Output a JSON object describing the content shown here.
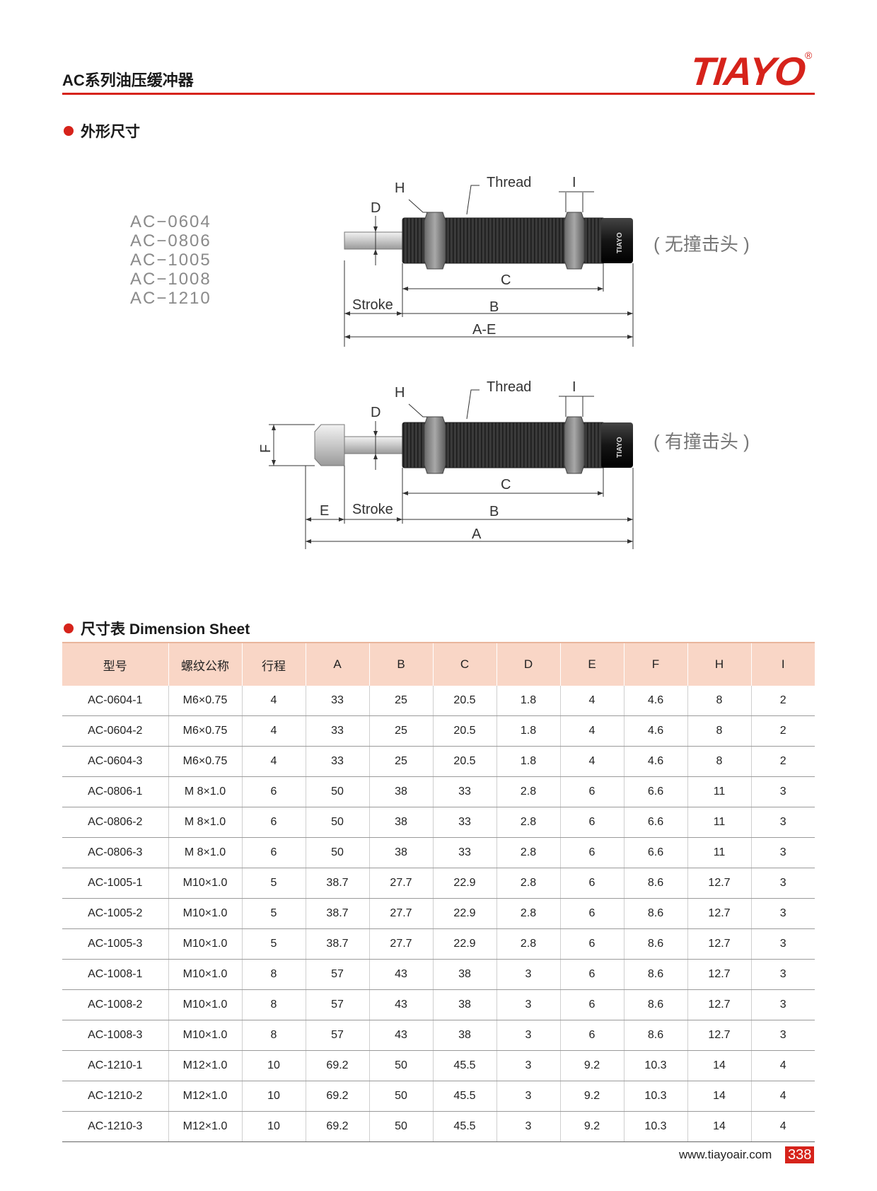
{
  "header": {
    "title": "AC系列油压缓冲器",
    "logo_text": "TIAYO",
    "logo_mark": "®",
    "accent_color": "#d6231b"
  },
  "section_dimensions": {
    "title": "外形尺寸"
  },
  "models": [
    "AC−0604",
    "AC−0806",
    "AC−1005",
    "AC−1008",
    "AC−1210"
  ],
  "diagram_top": {
    "caption": "( 无撞击头 )",
    "labels": {
      "h": "H",
      "thread": "Thread",
      "i": "I",
      "d": "D",
      "c": "C",
      "stroke": "Stroke",
      "b": "B",
      "ae": "A-E",
      "brand": "TIAYO"
    }
  },
  "diagram_bottom": {
    "caption": "( 有撞击头 )",
    "labels": {
      "h": "H",
      "thread": "Thread",
      "i": "I",
      "d": "D",
      "f": "F",
      "c": "C",
      "e": "E",
      "stroke": "Stroke",
      "b": "B",
      "a": "A",
      "brand": "TIAYO"
    }
  },
  "section_sheet": {
    "title": "尺寸表 Dimension Sheet"
  },
  "table": {
    "headers": [
      "型号",
      "螺纹公称",
      "行程",
      "A",
      "B",
      "C",
      "D",
      "E",
      "F",
      "H",
      "I"
    ],
    "header_color": "#f9d6c6",
    "rows": [
      [
        "AC-0604-1",
        "M6×0.75",
        "4",
        "33",
        "25",
        "20.5",
        "1.8",
        "4",
        "4.6",
        "8",
        "2"
      ],
      [
        "AC-0604-2",
        "M6×0.75",
        "4",
        "33",
        "25",
        "20.5",
        "1.8",
        "4",
        "4.6",
        "8",
        "2"
      ],
      [
        "AC-0604-3",
        "M6×0.75",
        "4",
        "33",
        "25",
        "20.5",
        "1.8",
        "4",
        "4.6",
        "8",
        "2"
      ],
      [
        "AC-0806-1",
        "M 8×1.0",
        "6",
        "50",
        "38",
        "33",
        "2.8",
        "6",
        "6.6",
        "11",
        "3"
      ],
      [
        "AC-0806-2",
        "M 8×1.0",
        "6",
        "50",
        "38",
        "33",
        "2.8",
        "6",
        "6.6",
        "11",
        "3"
      ],
      [
        "AC-0806-3",
        "M 8×1.0",
        "6",
        "50",
        "38",
        "33",
        "2.8",
        "6",
        "6.6",
        "11",
        "3"
      ],
      [
        "AC-1005-1",
        "M10×1.0",
        "5",
        "38.7",
        "27.7",
        "22.9",
        "2.8",
        "6",
        "8.6",
        "12.7",
        "3"
      ],
      [
        "AC-1005-2",
        "M10×1.0",
        "5",
        "38.7",
        "27.7",
        "22.9",
        "2.8",
        "6",
        "8.6",
        "12.7",
        "3"
      ],
      [
        "AC-1005-3",
        "M10×1.0",
        "5",
        "38.7",
        "27.7",
        "22.9",
        "2.8",
        "6",
        "8.6",
        "12.7",
        "3"
      ],
      [
        "AC-1008-1",
        "M10×1.0",
        "8",
        "57",
        "43",
        "38",
        "3",
        "6",
        "8.6",
        "12.7",
        "3"
      ],
      [
        "AC-1008-2",
        "M10×1.0",
        "8",
        "57",
        "43",
        "38",
        "3",
        "6",
        "8.6",
        "12.7",
        "3"
      ],
      [
        "AC-1008-3",
        "M10×1.0",
        "8",
        "57",
        "43",
        "38",
        "3",
        "6",
        "8.6",
        "12.7",
        "3"
      ],
      [
        "AC-1210-1",
        "M12×1.0",
        "10",
        "69.2",
        "50",
        "45.5",
        "3",
        "9.2",
        "10.3",
        "14",
        "4"
      ],
      [
        "AC-1210-2",
        "M12×1.0",
        "10",
        "69.2",
        "50",
        "45.5",
        "3",
        "9.2",
        "10.3",
        "14",
        "4"
      ],
      [
        "AC-1210-3",
        "M12×1.0",
        "10",
        "69.2",
        "50",
        "45.5",
        "3",
        "9.2",
        "10.3",
        "14",
        "4"
      ]
    ]
  },
  "footer": {
    "url": "www.tiayoair.com",
    "page": "338"
  }
}
